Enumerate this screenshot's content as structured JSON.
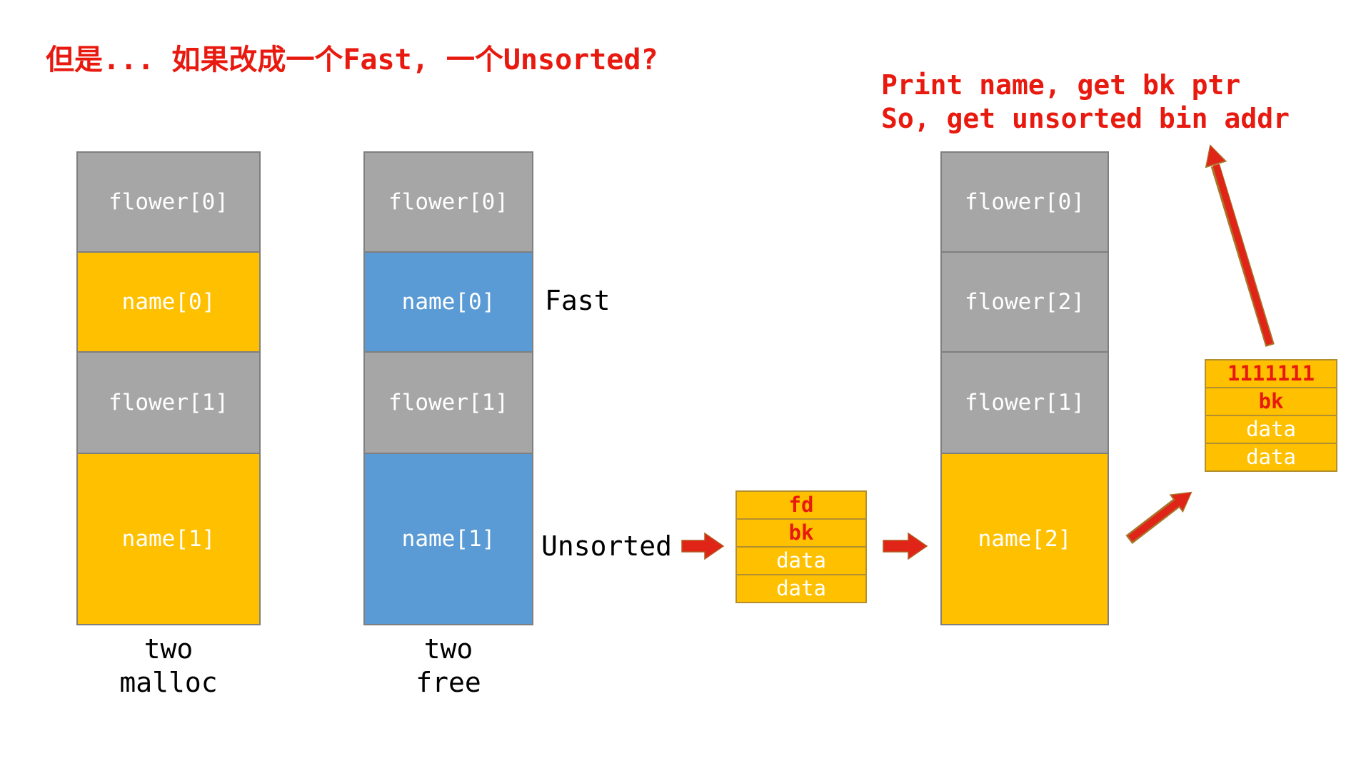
{
  "slide": {
    "title": "但是... 如果改成一个Fast, 一个Unsorted?",
    "note_lines": [
      "Print name, get bk ptr",
      "So, get unsorted bin addr"
    ]
  },
  "bin_labels": {
    "fast": "Fast",
    "unsorted": "Unsorted"
  },
  "columns": [
    {
      "id": "two-malloc",
      "caption_lines": [
        "two",
        "malloc"
      ],
      "blocks": [
        {
          "label": "flower[0]",
          "fill": "gray"
        },
        {
          "label": "name[0]",
          "fill": "gold"
        },
        {
          "label": "flower[1]",
          "fill": "gray"
        },
        {
          "label": "name[1]",
          "fill": "gold"
        }
      ]
    },
    {
      "id": "two-free",
      "caption_lines": [
        "two",
        "free"
      ],
      "blocks": [
        {
          "label": "flower[0]",
          "fill": "gray"
        },
        {
          "label": "name[0]",
          "fill": "blue"
        },
        {
          "label": "flower[1]",
          "fill": "gray"
        },
        {
          "label": "name[1]",
          "fill": "blue"
        }
      ]
    },
    {
      "id": "after-new-alloc",
      "caption_lines": [],
      "blocks": [
        {
          "label": "flower[0]",
          "fill": "gray"
        },
        {
          "label": "flower[2]",
          "fill": "gray"
        },
        {
          "label": "flower[1]",
          "fill": "gray"
        },
        {
          "label": "name[2]",
          "fill": "gold"
        }
      ]
    }
  ],
  "chunk_tables": {
    "unsorted_bin_chunk": {
      "rows": [
        {
          "text": "fd",
          "emphasis": true
        },
        {
          "text": "bk",
          "emphasis": true
        },
        {
          "text": "data",
          "emphasis": false
        },
        {
          "text": "data",
          "emphasis": false
        }
      ]
    },
    "leaked_chunk": {
      "rows": [
        {
          "text": "1111111",
          "emphasis": true
        },
        {
          "text": "bk",
          "emphasis": true
        },
        {
          "text": "data",
          "emphasis": false
        },
        {
          "text": "data",
          "emphasis": false
        }
      ]
    }
  },
  "colors": {
    "red_text": "#e8190f",
    "arrow_red": "#e02417",
    "arrow_outline": "#a9742a",
    "block_gray": "#a6a6a6",
    "block_gold": "#ffc000",
    "block_blue": "#5b9bd5",
    "block_border": "#7f7f7f",
    "table_border": "#b3902f"
  }
}
